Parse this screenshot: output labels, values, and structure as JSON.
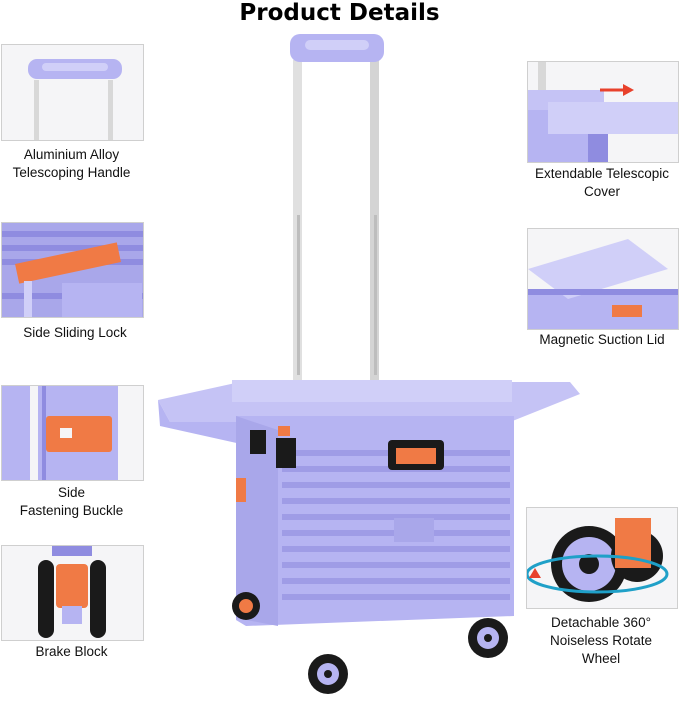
{
  "page": {
    "title": "Product Details"
  },
  "features": [
    {
      "id": "handle",
      "caption": "Aluminium Alloy\nTelescoping Handle"
    },
    {
      "id": "cover",
      "caption": "Extendable Telescopic\nCover"
    },
    {
      "id": "lock",
      "caption": "Side Sliding Lock"
    },
    {
      "id": "lid",
      "caption": "Magnetic Suction Lid"
    },
    {
      "id": "buckle",
      "caption": "Side\nFastening Buckle"
    },
    {
      "id": "wheel",
      "caption": "Detachable 360°\nNoiseless Rotate\nWheel"
    },
    {
      "id": "brake",
      "caption": "Brake Block"
    }
  ],
  "colors": {
    "lavender": "#b6b4f2",
    "lavender_dark": "#8f8ce0",
    "lavender_light": "#d0cff8",
    "orange": "#f07a45",
    "metal": "#d8d8d8",
    "wheel_black": "#1a1a1a",
    "highlight_red": "#e8412c"
  }
}
